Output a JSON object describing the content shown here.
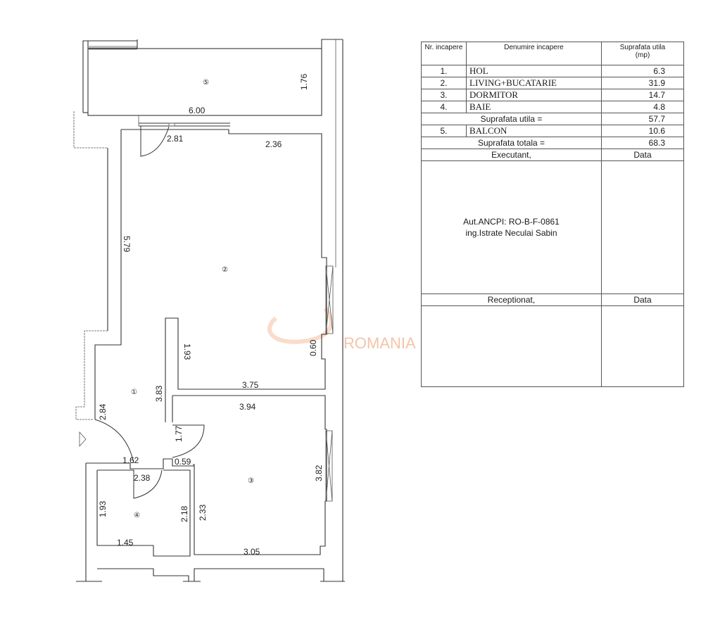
{
  "legend_table": {
    "headers": {
      "nr": "Nr. incapere",
      "name": "Denumire incapere",
      "area": "Suprafata utila",
      "unit": "(mp)"
    },
    "rows": [
      {
        "nr": "1.",
        "name": "HOL",
        "area": "6.3"
      },
      {
        "nr": "2.",
        "name": "LIVING+BUCATARIE",
        "area": "31.9"
      },
      {
        "nr": "3.",
        "name": "DORMITOR",
        "area": "14.7"
      },
      {
        "nr": "4.",
        "name": "BAIE",
        "area": "4.8"
      }
    ],
    "subtotal": {
      "label": "Suprafata utila =",
      "area": "57.7"
    },
    "balcony": {
      "nr": "5.",
      "name": "BALCON",
      "area": "10.6"
    },
    "total": {
      "label": "Suprafata totala =",
      "area": "68.3"
    },
    "executant": {
      "label": "Executant,",
      "date_label": "Data"
    },
    "authorization": {
      "line1": "Aut.ANCPI: RO-B-F-0861",
      "line2": "ing.Istrate Neculai Sabin"
    },
    "receptionat": {
      "label": "Receptionat,",
      "date_label": "Data"
    }
  },
  "floor_plan": {
    "rooms": [
      {
        "id": "1",
        "label": "①"
      },
      {
        "id": "2",
        "label": "②"
      },
      {
        "id": "3",
        "label": "③"
      },
      {
        "id": "4",
        "label": "④"
      },
      {
        "id": "5",
        "label": "⑤"
      }
    ],
    "dimensions": {
      "balcony_height": "1.76",
      "balcony_width": "6.00",
      "living_door_width": "2.81",
      "living_top_right": "2.36",
      "living_left": "5.79",
      "living_partition": "1.93",
      "living_window_pier": "0.60",
      "living_bottom": "3.75",
      "hall_height": "3.83",
      "hall_left": "2.84",
      "bedroom_top": "3.94",
      "bedroom_door": "1.77",
      "hall_bottom": "1.62",
      "hall_pier": "0.59",
      "bath_top": "2.38",
      "bath_left": "1.93",
      "bath_right": "2.18",
      "bath_bottom": "1.45",
      "bedroom_left": "2.33",
      "bedroom_right": "3.82",
      "bedroom_bottom": "3.05"
    }
  },
  "watermark": {
    "text": "ROMANIA",
    "color": "#f4c4a8"
  }
}
